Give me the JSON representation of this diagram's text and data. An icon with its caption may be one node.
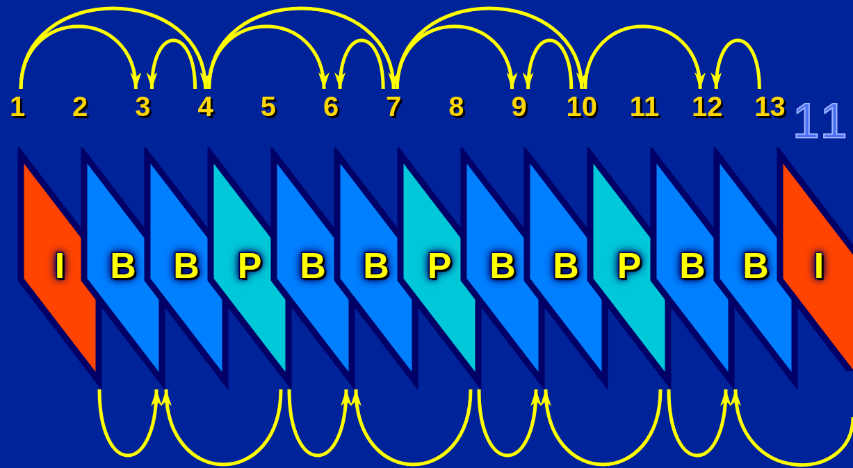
{
  "diagram": {
    "nodes": [
      {
        "text": [
          "1"
        ]
      },
      {
        "text": [
          "2"
        ]
      },
      {
        "text": [
          "3"
        ]
      },
      {
        "text": [
          "4"
        ]
      },
      {
        "text": [
          "5"
        ]
      },
      {
        "text": [
          "6"
        ]
      },
      {
        "text": [
          "7"
        ]
      },
      {
        "text": [
          "8"
        ]
      },
      {
        "text": [
          "9"
        ]
      },
      {
        "text": [
          "10"
        ]
      },
      {
        "text": [
          "11"
        ]
      },
      {
        "text": [
          "12"
        ]
      },
      {
        "text": [
          "13"
        ]
      },
      {
        "text": [
          "I"
        ]
      },
      {
        "text": [
          "B"
        ]
      },
      {
        "text": [
          "B"
        ]
      },
      {
        "text": [
          "P"
        ]
      },
      {
        "text": [
          "B"
        ]
      },
      {
        "text": [
          "B"
        ]
      },
      {
        "text": [
          "P"
        ]
      },
      {
        "text": [
          "B"
        ]
      },
      {
        "text": [
          "B"
        ]
      },
      {
        "text": [
          "P"
        ]
      },
      {
        "text": [
          "B"
        ]
      },
      {
        "text": [
          "B"
        ]
      },
      {
        "text": [
          "I"
        ]
      }
    ],
    "edges": [
      {
        "from": 0,
        "to": 2,
        "arrow": "to"
      },
      {
        "from": 3,
        "to": 2,
        "arrow": "to"
      },
      {
        "from": 0,
        "to": 3,
        "arrow": "to"
      },
      {
        "from": 3,
        "to": 5,
        "arrow": "to"
      },
      {
        "from": 6,
        "to": 5,
        "arrow": "to"
      },
      {
        "from": 3,
        "to": 6,
        "arrow": "to"
      },
      {
        "from": 6,
        "to": 8,
        "arrow": "to"
      },
      {
        "from": 9,
        "to": 8,
        "arrow": "to"
      },
      {
        "from": 6,
        "to": 9,
        "arrow": "to"
      },
      {
        "from": 9,
        "to": 11,
        "arrow": "to"
      },
      {
        "from": 12,
        "to": 11,
        "arrow": "to"
      },
      {
        "from": 13,
        "to": 14,
        "arrow": "to"
      },
      {
        "from": 16,
        "to": 14,
        "arrow": "to"
      },
      {
        "from": 16,
        "to": 17,
        "arrow": "to"
      },
      {
        "from": 19,
        "to": 17,
        "arrow": "to"
      },
      {
        "from": 19,
        "to": 20,
        "arrow": "to"
      },
      {
        "from": 22,
        "to": 20,
        "arrow": "to"
      },
      {
        "from": 22,
        "to": 23,
        "arrow": "to"
      },
      {
        "from": null,
        "to": 23,
        "arrow": "to"
      }
    ],
    "labels": [
      "11"
    ]
  }
}
